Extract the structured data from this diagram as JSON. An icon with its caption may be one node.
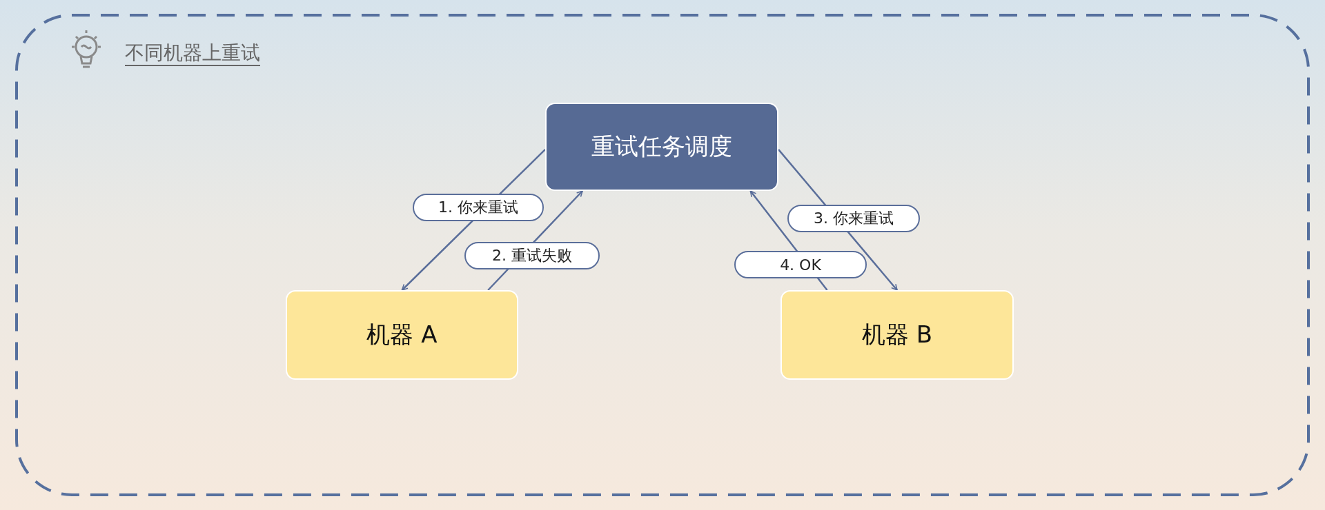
{
  "diagram": {
    "title": "不同机器上重试",
    "nodes": [
      {
        "text": [
          "重试任务调度"
        ]
      },
      {
        "text": [
          "机器 A"
        ]
      },
      {
        "text": [
          "机器 B"
        ]
      }
    ],
    "edges": [
      {
        "from": 0,
        "to": 1,
        "arrow": "to",
        "label": "1. 你来重试"
      },
      {
        "from": 1,
        "to": 0,
        "arrow": "to",
        "label": "2. 重试失败"
      },
      {
        "from": 0,
        "to": 2,
        "arrow": "to",
        "label": "3. 你来重试"
      },
      {
        "from": 2,
        "to": 0,
        "arrow": "to",
        "label": "4. OK"
      }
    ]
  }
}
